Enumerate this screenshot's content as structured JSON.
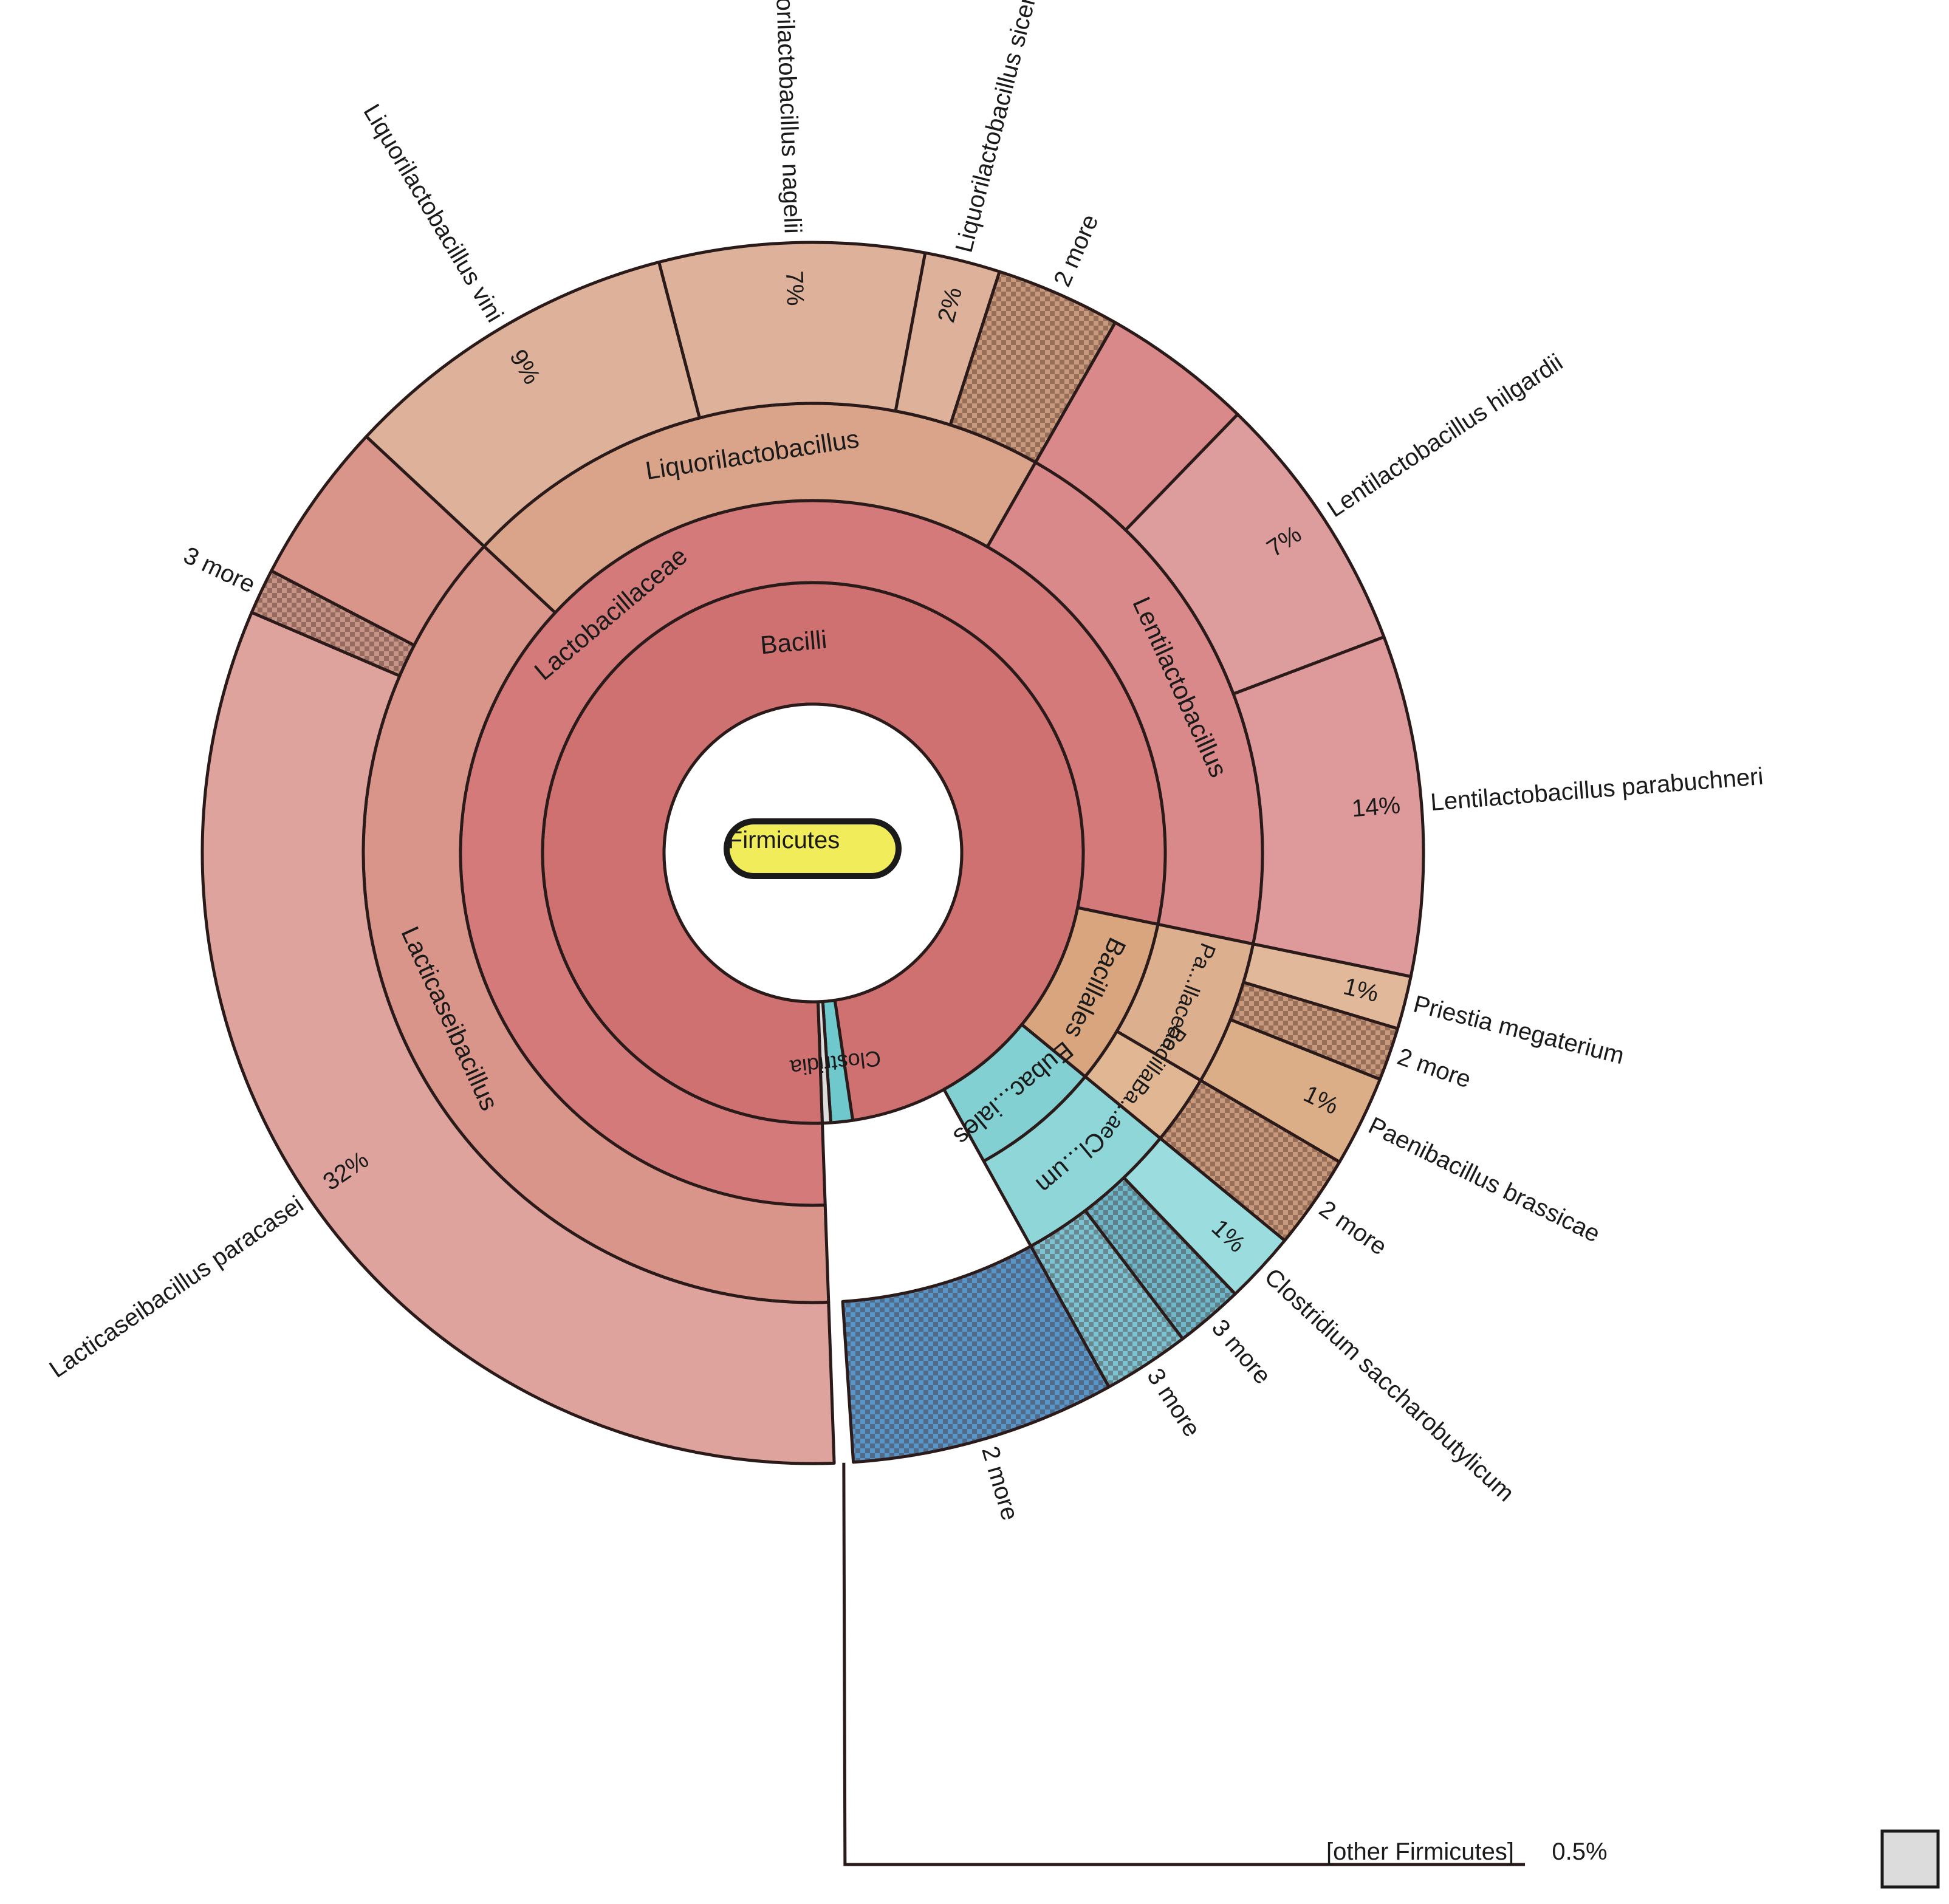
{
  "chart_data": {
    "type": "sunburst",
    "root": {
      "label": "Firmicutes",
      "color": "#f0ec5a"
    },
    "unit": "%",
    "segments": [
      {
        "id": "bacilli",
        "label": "Bacilli",
        "ring": 1,
        "start": 0.0,
        "end": 98.2,
        "color": "#d07171",
        "pattern": false
      },
      {
        "id": "clostridia",
        "label": "Clostridia",
        "ring": 1,
        "start": 98.2,
        "end": 99.5,
        "color": "#6fc9cc",
        "pattern": false
      },
      {
        "id": "other-firmicutes-r1",
        "label": "",
        "ring": 1,
        "start": 99.5,
        "end": 100.0,
        "color": "#dcdcdc",
        "pattern": false
      },
      {
        "id": "lactobacillaceae",
        "label": "Lactobacillaceae",
        "ring": 2,
        "start": 0.0,
        "end": 78.8,
        "color": "#d47a7a",
        "pattern": false
      },
      {
        "id": "bacillales",
        "label": "Bacillales",
        "ring": 2,
        "start": 78.8,
        "end": 86.5,
        "color": "#d8a57e",
        "pattern": false
      },
      {
        "id": "eubacteriales",
        "label": "Eubac...iales",
        "ring": 2,
        "start": 86.5,
        "end": 92.5,
        "color": "#82d0d2",
        "pattern": false
      },
      {
        "id": "lacticaseibacillus",
        "label": "Lacticaseibacillus",
        "ring": 3,
        "start": 0.0,
        "end": 37.5,
        "color": "#d99589",
        "pattern": false
      },
      {
        "id": "liquorilactobacillus",
        "label": "Liquorilactobacillus",
        "ring": 3,
        "start": 37.5,
        "end": 58.8,
        "color": "#d9a489",
        "pattern": false
      },
      {
        "id": "lentilactobacillus",
        "label": "Lentilactobacillus",
        "ring": 3,
        "start": 58.8,
        "end": 78.8,
        "color": "#d98989",
        "pattern": false
      },
      {
        "id": "paenibacillaceae",
        "label": "Pa...llaceae",
        "ring": 3,
        "start": 78.8,
        "end": 84.0,
        "color": "#dcb08e",
        "pattern": false
      },
      {
        "id": "bacillaceae",
        "label": "BacillaBa...ae",
        "ring": 3,
        "start": 84.0,
        "end": 86.5,
        "color": "#e0b693",
        "pattern": false
      },
      {
        "id": "clostridiaceae",
        "label": "Cl...um",
        "ring": 3,
        "start": 86.5,
        "end": 92.5,
        "color": "#8ed6d8",
        "pattern": false
      },
      {
        "id": "l-paracasei",
        "label": "Lacticaseibacillus paracasei",
        "pct": "32%",
        "ring": 4,
        "start": 0.0,
        "end": 32.0,
        "color": "#dea39c",
        "pattern": false
      },
      {
        "id": "lacticaseibacillus-more",
        "label": "3 more",
        "ring": 4,
        "start": 32.0,
        "end": 33.2,
        "color": "#c79488",
        "pattern": true
      },
      {
        "id": "lacticaseibacillus-other",
        "label": "",
        "ring": 4,
        "start": 33.2,
        "end": 37.5,
        "color": "#d99589",
        "pattern": false
      },
      {
        "id": "l-vini",
        "label": "Liquorilactobacillus vini",
        "pct": "9%",
        "ring": 4,
        "start": 37.5,
        "end": 46.5,
        "color": "#ddb19a",
        "pattern": false
      },
      {
        "id": "l-nagelii",
        "label": "Liquorilactobacillus nagelii",
        "pct": "7%",
        "ring": 4,
        "start": 46.5,
        "end": 53.5,
        "color": "#ddb19a",
        "pattern": false
      },
      {
        "id": "l-sicerae",
        "label": "Liquorilactobacillus sicerae",
        "pct": "2%",
        "ring": 4,
        "start": 53.5,
        "end": 55.5,
        "color": "#ddb19a",
        "pattern": false
      },
      {
        "id": "liquorilactobacillus-more",
        "label": "2 more",
        "ring": 4,
        "start": 55.5,
        "end": 58.8,
        "color": "#c8997c",
        "pattern": true
      },
      {
        "id": "lentilactobacillus-other",
        "label": "",
        "ring": 4,
        "start": 58.8,
        "end": 62.8,
        "color": "#d98989",
        "pattern": false
      },
      {
        "id": "l-hilgardii",
        "label": "Lentilactobacillus hilgardii",
        "pct": "7%",
        "ring": 4,
        "start": 62.8,
        "end": 69.8,
        "color": "#de9d9d",
        "pattern": false
      },
      {
        "id": "l-parabuchneri",
        "label": "Lentilactobacillus parabuchneri",
        "pct": "14%",
        "ring": 4,
        "start": 69.8,
        "end": 78.8,
        "color": "#de9a9a",
        "pattern": false
      },
      {
        "id": "priestia-megaterium",
        "label": "Priestia megaterium",
        "pct": "1%",
        "ring": 4,
        "start": 78.8,
        "end": 80.2,
        "color": "#e2b89a",
        "pattern": false
      },
      {
        "id": "bacillaceae-more",
        "label": "2 more",
        "ring": 4,
        "start": 80.2,
        "end": 81.6,
        "color": "#c8997c",
        "pattern": true
      },
      {
        "id": "paenibacillus-brassicae",
        "label": "Paenibacillus brassicae",
        "pct": "1%",
        "ring": 4,
        "start": 81.6,
        "end": 84.0,
        "color": "#dcae88",
        "pattern": false
      },
      {
        "id": "paenibacillaceae-more",
        "label": "2 more",
        "ring": 4,
        "start": 84.0,
        "end": 86.5,
        "color": "#c8997c",
        "pattern": true
      },
      {
        "id": "clostridium-saccharobutylicum",
        "label": "Clostridium saccharobutylicum",
        "pct": "1%",
        "ring": 4,
        "start": 86.5,
        "end": 88.4,
        "color": "#9bdcde",
        "pattern": false
      },
      {
        "id": "clostridium-more",
        "label": "3 more",
        "ring": 4,
        "start": 88.4,
        "end": 90.2,
        "color": "#6fb7c9",
        "pattern": true
      },
      {
        "id": "eubacteriales-more",
        "label": "3 more",
        "ring": 4,
        "start": 90.2,
        "end": 92.5,
        "color": "#7ec3d3",
        "pattern": true
      },
      {
        "id": "clostridia-more",
        "label": "2 more",
        "ring": 4,
        "start": 92.5,
        "end": 99.5,
        "color": "#5a95c8",
        "pattern": true
      }
    ],
    "other": {
      "label": "[other Firmicutes]",
      "pct": "0.5%",
      "color": "#dcdcdc"
    }
  }
}
